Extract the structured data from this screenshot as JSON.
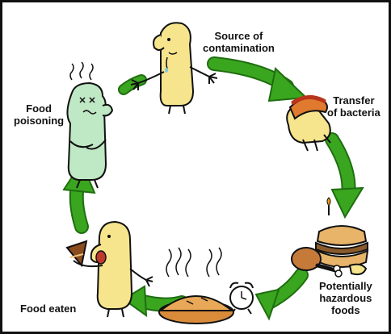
{
  "stages": {
    "source": {
      "line1": "Source of",
      "line2": "contamination"
    },
    "transfer": {
      "line1": "Transfer",
      "line2": "of bacteria"
    },
    "hazardous": {
      "line1": "Potentially",
      "line2": "hazardous",
      "line3": "foods"
    },
    "eaten": {
      "line1": "Food eaten"
    },
    "poisoning": {
      "line1": "Food",
      "line2": "poisoning"
    }
  },
  "colors": {
    "arrow": "#3aa61f",
    "arrow_outline": "#1f6e10",
    "character_skin": "#f6e58d",
    "sick_skin": "#bfe8c4",
    "outline": "#111111",
    "background": "#ffffff",
    "frame": "#111111"
  },
  "icons": [
    "contamination-character-icon",
    "hotdog-hand-icon",
    "sandwich-chicken-icon",
    "alarm-clock-icon",
    "pie-icon",
    "eating-character-icon",
    "sick-character-icon"
  ]
}
